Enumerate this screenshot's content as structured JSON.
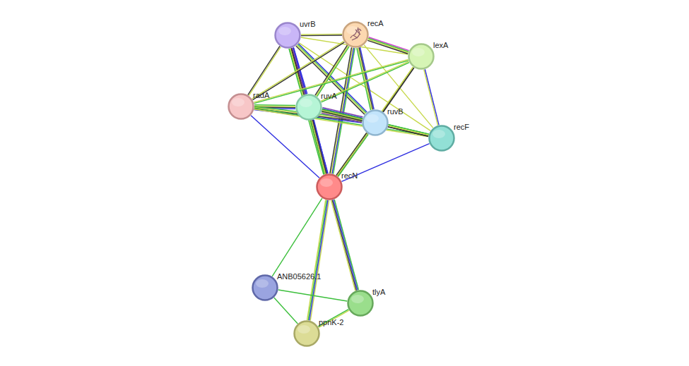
{
  "diagram": {
    "nodes": [
      {
        "text": [
          "uvrB"
        ]
      },
      {
        "text": [
          "recA"
        ]
      },
      {
        "text": [
          "lexA"
        ]
      },
      {
        "text": [
          "radA"
        ]
      },
      {
        "text": [
          "ruvA"
        ]
      },
      {
        "text": [
          "ruvB"
        ]
      },
      {
        "text": [
          "recF"
        ]
      },
      {
        "text": [
          "recN"
        ]
      },
      {
        "text": [
          "ANB05626.1"
        ]
      },
      {
        "text": [
          "tlyA"
        ]
      },
      {
        "text": [
          "ppnK-2"
        ]
      }
    ],
    "edges": [
      {
        "from": 0,
        "to": 1,
        "arrow": "none"
      },
      {
        "from": 0,
        "to": 2,
        "arrow": "none"
      },
      {
        "from": 0,
        "to": 3,
        "arrow": "none"
      },
      {
        "from": 0,
        "to": 4,
        "arrow": "none"
      },
      {
        "from": 0,
        "to": 5,
        "arrow": "none"
      },
      {
        "from": 0,
        "to": 7,
        "arrow": "none"
      },
      {
        "from": 0,
        "to": 6,
        "arrow": "none"
      },
      {
        "from": 1,
        "to": 2,
        "arrow": "none"
      },
      {
        "from": 1,
        "to": 3,
        "arrow": "none"
      },
      {
        "from": 1,
        "to": 4,
        "arrow": "none"
      },
      {
        "from": 1,
        "to": 5,
        "arrow": "none"
      },
      {
        "from": 1,
        "to": 7,
        "arrow": "none"
      },
      {
        "from": 1,
        "to": 6,
        "arrow": "none"
      },
      {
        "from": 2,
        "to": 3,
        "arrow": "none"
      },
      {
        "from": 2,
        "to": 4,
        "arrow": "none"
      },
      {
        "from": 2,
        "to": 5,
        "arrow": "none"
      },
      {
        "from": 2,
        "to": 7,
        "arrow": "none"
      },
      {
        "from": 2,
        "to": 6,
        "arrow": "none"
      },
      {
        "from": 3,
        "to": 4,
        "arrow": "none"
      },
      {
        "from": 3,
        "to": 5,
        "arrow": "none"
      },
      {
        "from": 3,
        "to": 7,
        "arrow": "none"
      },
      {
        "from": 3,
        "to": 6,
        "arrow": "none"
      },
      {
        "from": 4,
        "to": 5,
        "arrow": "none"
      },
      {
        "from": 4,
        "to": 7,
        "arrow": "none"
      },
      {
        "from": 4,
        "to": 6,
        "arrow": "none"
      },
      {
        "from": 5,
        "to": 7,
        "arrow": "none"
      },
      {
        "from": 5,
        "to": 6,
        "arrow": "none"
      },
      {
        "from": 6,
        "to": 7,
        "arrow": "none"
      },
      {
        "from": 7,
        "to": 8,
        "arrow": "none"
      },
      {
        "from": 7,
        "to": 9,
        "arrow": "none"
      },
      {
        "from": 7,
        "to": 10,
        "arrow": "none"
      },
      {
        "from": 8,
        "to": 9,
        "arrow": "none"
      },
      {
        "from": 8,
        "to": 10,
        "arrow": "none"
      },
      {
        "from": 9,
        "to": 10,
        "arrow": "none"
      }
    ]
  }
}
